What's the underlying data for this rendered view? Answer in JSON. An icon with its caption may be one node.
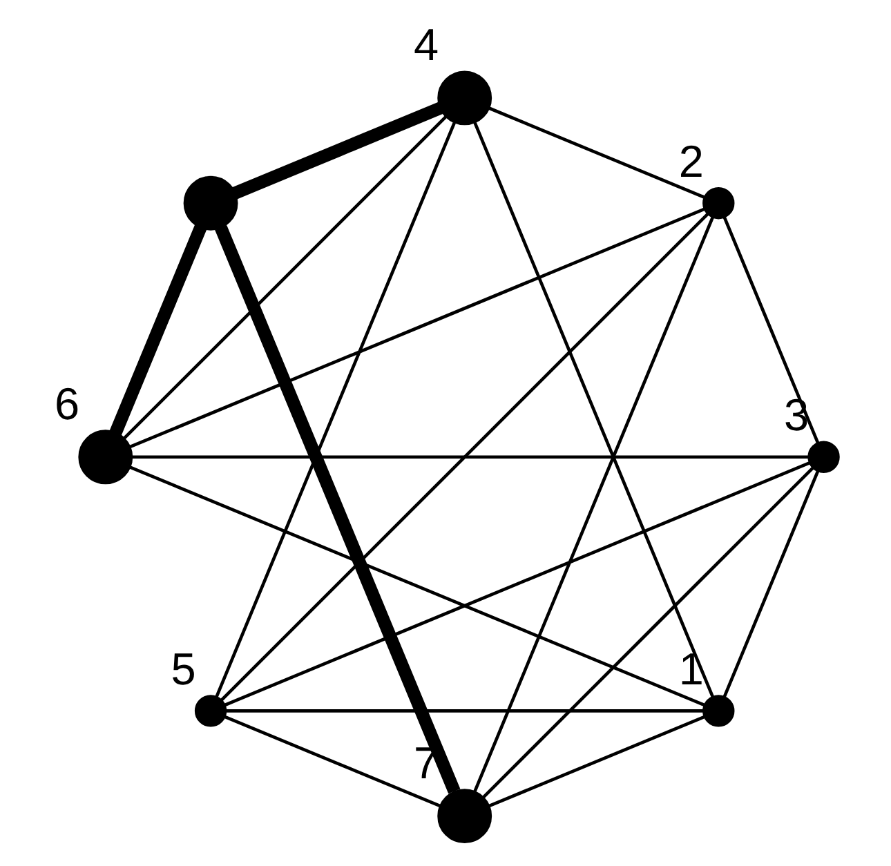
{
  "diagram": {
    "nodes": [
      {
        "text": [],
        "shape": "circle",
        "beside": [
          "1"
        ]
      },
      {
        "text": [],
        "shape": "circle",
        "beside": [
          "2"
        ]
      },
      {
        "text": [],
        "shape": "circle",
        "beside": [
          "3"
        ]
      },
      {
        "text": [],
        "shape": "circle",
        "beside": [
          "4"
        ]
      },
      {
        "text": [],
        "shape": "circle",
        "beside": [
          "5"
        ]
      },
      {
        "text": [],
        "shape": "circle",
        "beside": [
          "6"
        ]
      },
      {
        "text": [],
        "shape": "circle",
        "beside": [
          "7"
        ]
      },
      {
        "text": [],
        "shape": "circle"
      }
    ],
    "edges": [
      {
        "from": 0,
        "to": 6,
        "arrow": "none"
      },
      {
        "from": 6,
        "to": 7,
        "arrow": "none",
        "style": "thick"
      },
      {
        "from": 5,
        "to": 7,
        "arrow": "none",
        "style": "thick"
      },
      {
        "from": 1,
        "to": 5,
        "arrow": "none"
      },
      {
        "from": 1,
        "to": 2,
        "arrow": "none"
      },
      {
        "from": 2,
        "to": 4,
        "arrow": "none"
      },
      {
        "from": 3,
        "to": 4,
        "arrow": "none"
      },
      {
        "from": 3,
        "to": 7,
        "arrow": "none",
        "style": "thick"
      },
      {
        "from": 0,
        "to": 2,
        "arrow": "none"
      },
      {
        "from": 0,
        "to": 3,
        "arrow": "none"
      },
      {
        "from": 0,
        "to": 4,
        "arrow": "none"
      },
      {
        "from": 0,
        "to": 5,
        "arrow": "none"
      },
      {
        "from": 1,
        "to": 6,
        "arrow": "none"
      },
      {
        "from": 1,
        "to": 3,
        "arrow": "none"
      },
      {
        "from": 1,
        "to": 4,
        "arrow": "none"
      },
      {
        "from": 2,
        "to": 6,
        "arrow": "none"
      },
      {
        "from": 2,
        "to": 5,
        "arrow": "none"
      },
      {
        "from": 3,
        "to": 5,
        "arrow": "none"
      },
      {
        "from": 4,
        "to": 6,
        "arrow": "none"
      }
    ]
  }
}
